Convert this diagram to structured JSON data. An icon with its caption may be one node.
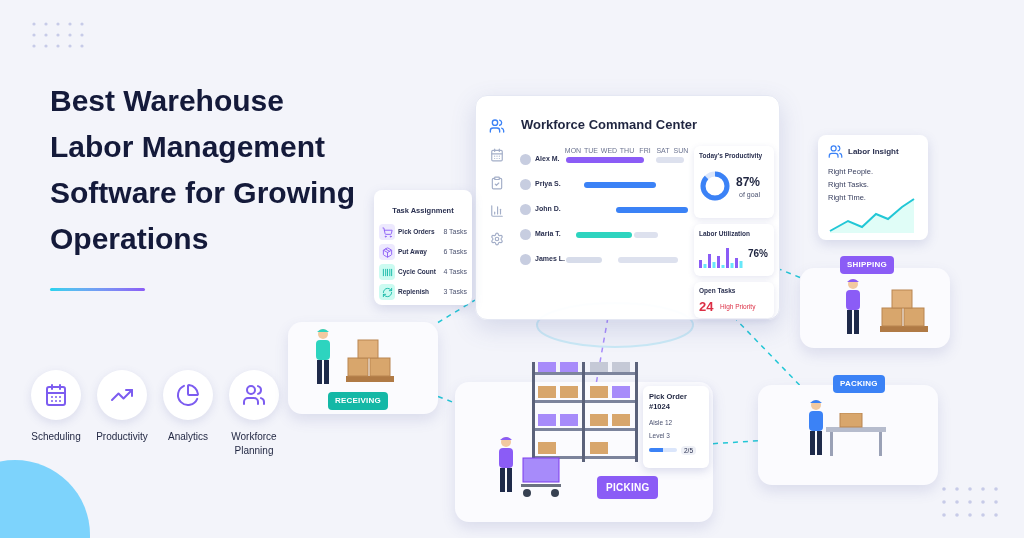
{
  "diagram": {
    "title": "Best Warehouse Labor Management Software for Growing Operations",
    "nodes": [
      {
        "text": [
          "Workforce Command Center"
        ]
      },
      {
        "text": [
          "Today's Productivity",
          "87%",
          "of goal"
        ],
        "in": 0
      },
      {
        "text": [
          "Labor Utilization",
          "76%"
        ],
        "in": 0
      },
      {
        "text": [
          "Open Tasks",
          "24",
          "High Priority"
        ],
        "in": 0
      },
      {
        "text": [
          "Task Assignment",
          "Pick Orders",
          "8 Tasks",
          "Put Away",
          "6 Tasks",
          "Cycle Count",
          "4 Tasks",
          "Replenish",
          "3 Tasks"
        ]
      },
      {
        "text": [
          "Labor Insight",
          "Right People. Right Tasks. Right Time."
        ]
      },
      {
        "text": [
          "SHIPPING"
        ]
      },
      {
        "text": [
          "RECEIVING"
        ]
      },
      {
        "text": [
          "PACKING"
        ]
      },
      {
        "text": [
          "PICKING"
        ]
      },
      {
        "text": [
          "Pick Order #1024",
          "Aisle 12",
          "Level 3",
          "2/5"
        ],
        "in": 9
      }
    ],
    "edges": [
      {
        "from": 7,
        "to": 0,
        "arrow": "none",
        "style": "dashed"
      },
      {
        "from": 9,
        "to": 0,
        "arrow": "none",
        "style": "dashed",
        "color": "#a78bfa"
      },
      {
        "from": 8,
        "to": 0,
        "arrow": "none",
        "style": "dashed"
      },
      {
        "from": 6,
        "to": 0,
        "arrow": "none",
        "style": "dashed"
      },
      {
        "from": 7,
        "to": 9,
        "arrow": "none",
        "style": "dashed"
      },
      {
        "from": 9,
        "to": 8,
        "arrow": "none",
        "style": "dashed"
      }
    ],
    "labels": [
      "MON",
      "TUE",
      "WED",
      "THU",
      "FRI",
      "SAT",
      "SUN",
      "Alex M.",
      "Priya S.",
      "John D.",
      "Maria T.",
      "James L.",
      "Scheduling",
      "Productivity",
      "Analytics",
      "Workforce Planning"
    ]
  }
}
